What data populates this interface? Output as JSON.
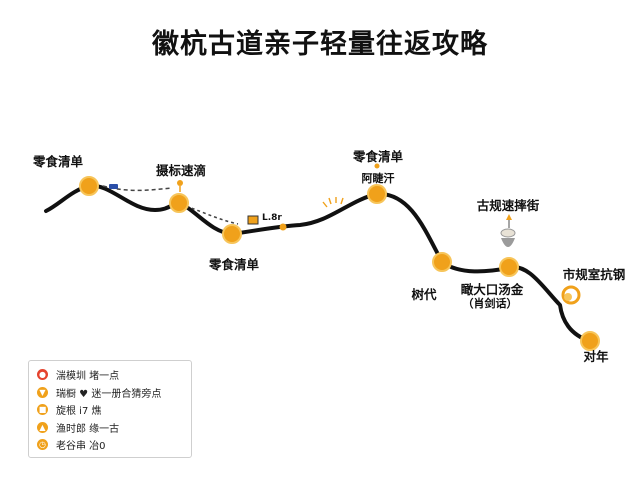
{
  "title": "徽杭古道亲子轻量往返攻略",
  "colors": {
    "route": "#111111",
    "stop": "#f0a11b",
    "stop_ring": "#f7c55a",
    "accent_red": "#e5432e",
    "legend_border": "#cfcfcf"
  },
  "labels": {
    "snack1": "零食清单",
    "guide1": "摄标速滴",
    "snack2": "零食清单",
    "snack3": "零食清单",
    "snack3_sub": "阿睫汗",
    "guide2": "古规速摔街",
    "stop_left": "树代",
    "stop_mid": "瞰大口汤金",
    "stop_mid_sub": "（肖剑话）",
    "guide3": "市规室抗钢",
    "end": "对年",
    "tag_a": "L.8r"
  },
  "legend": [
    {
      "icon": "red-dot-icon",
      "color": "#e5432e",
      "text": "湍模圳  堵一点"
    },
    {
      "icon": "orange-pin-icon",
      "color": "#f0a11b",
      "text": "瑞橱 ♥  迷一册合猜旁点"
    },
    {
      "icon": "orange-bag-icon",
      "color": "#f0a11b",
      "text": "旋根 ⅰ7  燋"
    },
    {
      "icon": "orange-person-icon",
      "color": "#f0a11b",
      "text": "渔时郎  缘一古"
    },
    {
      "icon": "orange-clock-icon",
      "color": "#f0a11b",
      "text": "老谷串  冶0"
    }
  ]
}
